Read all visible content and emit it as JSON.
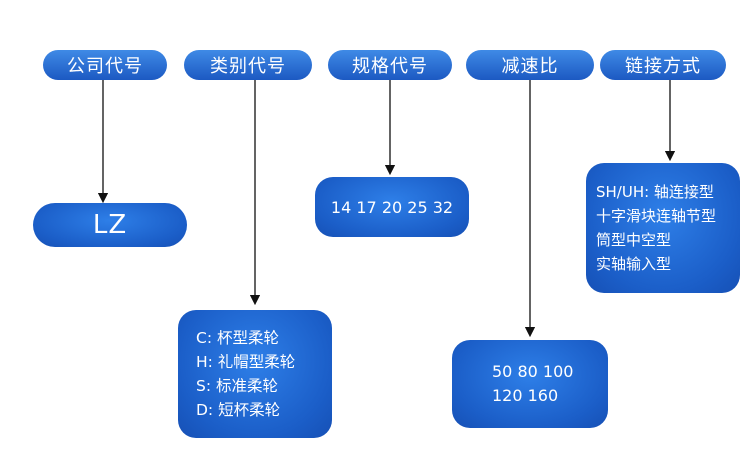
{
  "headers": {
    "company_code": "公司代号",
    "type_code": "类别代号",
    "spec_code": "规格代号",
    "ratio": "减速比",
    "connection": "链接方式"
  },
  "company_box": {
    "value": "LZ"
  },
  "spec_box": {
    "value": "14 17 20 25 32"
  },
  "type_box": {
    "lines": [
      "C: 杯型柔轮",
      "H: 礼帽型柔轮",
      "S: 标准柔轮",
      "D: 短杯柔轮"
    ]
  },
  "ratio_box": {
    "lines": [
      "50 80 100",
      "120 160"
    ]
  },
  "connection_box": {
    "lines": [
      "SH/UH: 轴连接型",
      "十字滑块连轴节型",
      "筒型中空型",
      "实轴输入型"
    ]
  },
  "colors": {
    "box": "#1b5ec8",
    "pill": "#2a6fd6",
    "arrow": "#111111"
  }
}
